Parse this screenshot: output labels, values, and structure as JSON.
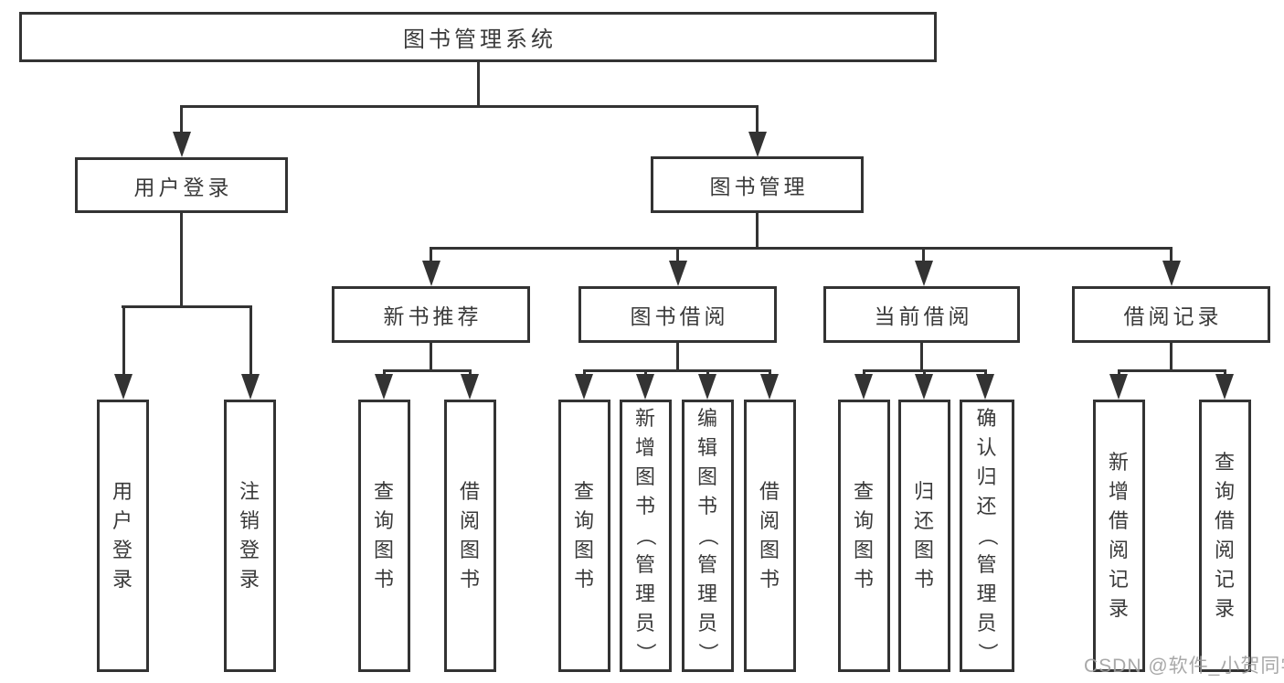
{
  "nodes": {
    "root": "图书管理系统",
    "user_login": "用户登录",
    "book_mgmt": "图书管理",
    "new_book_rec": "新书推荐",
    "book_borrow": "图书借阅",
    "current_borrow": "当前借阅",
    "borrow_records": "借阅记录",
    "leaf_user_login": "用户登录",
    "leaf_logout": "注销登录",
    "leaf_query_book_rec": "查询图书",
    "leaf_borrow_book_rec": "借阅图书",
    "leaf_query_book_borrow": "查询图书",
    "leaf_add_book_admin": "新增图书（管理员）",
    "leaf_edit_book_admin": "编辑图书（管理员）",
    "leaf_borrow_book_borrow": "借阅图书",
    "leaf_query_book_current": "查询图书",
    "leaf_return_book": "归还图书",
    "leaf_confirm_return_admin": "确认归还（管理员）",
    "leaf_add_borrow_record": "新增借阅记录",
    "leaf_query_borrow_record": "查询借阅记录"
  },
  "watermark": {
    "text": "CSDN @软件_小贺同学"
  },
  "colors": {
    "line": "#333333",
    "text": "#3a3a3a",
    "watermark": "#9e9e9e"
  }
}
